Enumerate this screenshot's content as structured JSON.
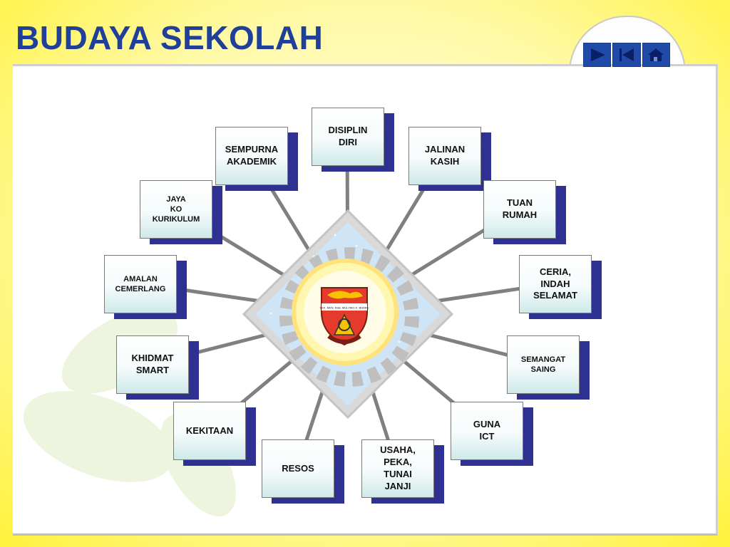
{
  "title": "BUDAYA SEKOLAH",
  "nav": {
    "next_icon": "play-icon",
    "prev_icon": "skip-back-icon",
    "home_icon": "home-icon"
  },
  "hub": {
    "logo_text": "SEK. MEN. KEB. MULONG K. BHARU"
  },
  "colors": {
    "title": "#1f3f98",
    "shadow": "#2e3192",
    "spoke": "#808080",
    "hub_gear": "#bdbdbd"
  },
  "nodes": [
    {
      "label": "DISIPLIN\nDIRI",
      "small": false
    },
    {
      "label": "JALINAN\nKASIH",
      "small": false
    },
    {
      "label": "TUAN\nRUMAH",
      "small": false
    },
    {
      "label": "CERIA,\nINDAH\nSELAMAT",
      "small": false
    },
    {
      "label": "SEMANGAT\nSAING",
      "small": true
    },
    {
      "label": "GUNA\nICT",
      "small": false
    },
    {
      "label": "USAHA,\nPEKA,\nTUNAI\nJANJI",
      "small": false
    },
    {
      "label": "RESOS",
      "small": false
    },
    {
      "label": "KEKITAAN",
      "small": false
    },
    {
      "label": "KHIDMAT\nSMART",
      "small": false
    },
    {
      "label": "AMALAN\nCEMERLANG",
      "small": true
    },
    {
      "label": "JAYA\nKO\nKURIKULUM",
      "small": true
    },
    {
      "label": "SEMPURNA\nAKADEMIK",
      "small": false
    }
  ]
}
